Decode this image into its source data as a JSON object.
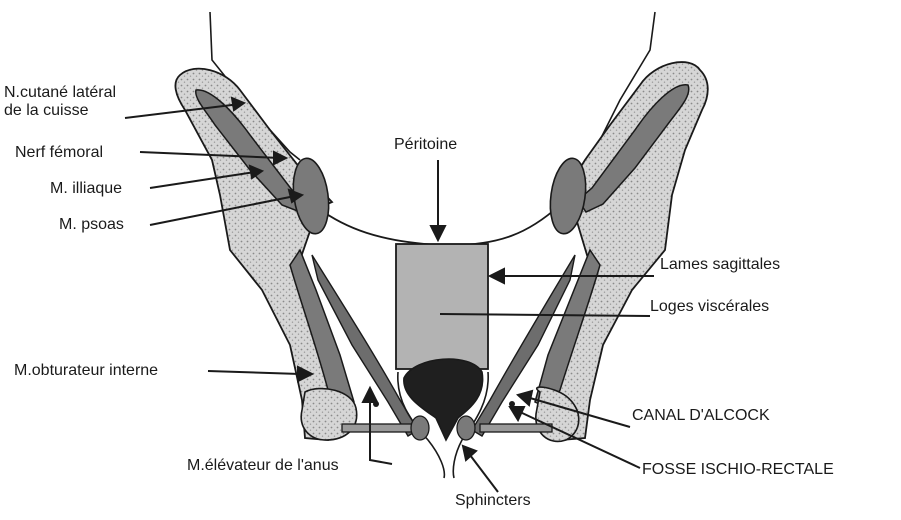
{
  "labels": {
    "cutane_1": "N.cutané latéral",
    "cutane_2": "de la cuisse",
    "femoral": "Nerf fémoral",
    "illiaque": "M. illiaque",
    "psoas": "M. psoas",
    "peritoine": "Péritoine",
    "lames": "Lames sagittales",
    "loges": "Loges viscérales",
    "obturateur": "M.obturateur interne",
    "alcock": "CANAL D'ALCOCK",
    "elevateur": "M.élévateur de l'anus",
    "fosse": "FOSSE ISCHIO-RECTALE",
    "sphincters": "Sphincters"
  },
  "colors": {
    "outline": "#1a1a1a",
    "bone_fill": "#cfcfcf",
    "muscle_fill": "#7a7a7a",
    "viscera_fill": "#b3b3b3",
    "background": "#ffffff"
  }
}
